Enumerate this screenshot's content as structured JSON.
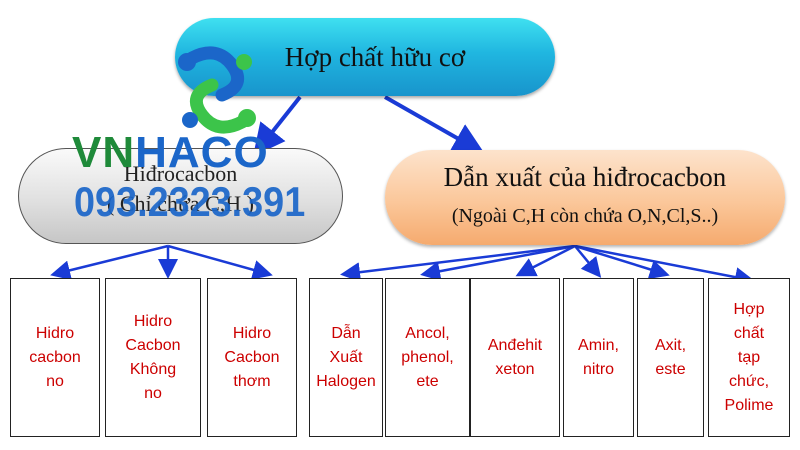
{
  "root": {
    "label": "Hợp chất hữu cơ",
    "color": "#20b6e0"
  },
  "branches": {
    "left": {
      "line1": "Hiđrocacbon",
      "line2": "( Chỉ chứa C,H )",
      "color": "#d9d9d9"
    },
    "right": {
      "line1": "Dẫn xuất của hiđrocacbon",
      "line2": "(Ngoài C,H còn chứa O,N,Cl,S..)",
      "color": "#fbc79a"
    }
  },
  "leaves": [
    {
      "label": "Hidro\ncacbon\nno"
    },
    {
      "label": "Hidro\nCacbon\nKhông\nno"
    },
    {
      "label": "Hidro\nCacbon\nthơm"
    },
    {
      "label": "Dẫn\nXuất\nHalogen"
    },
    {
      "label": "Ancol,\nphenol,\nete"
    },
    {
      "label": "Anđehit\nxeton"
    },
    {
      "label": "Amin,\nnitro"
    },
    {
      "label": "Axit,\neste"
    },
    {
      "label": "Hợp\nchất\ntạp\nchức,\nPolime"
    }
  ],
  "watermark": {
    "brand_part1": "VN",
    "brand_part2": "HACO",
    "phone": "093.2323.391"
  },
  "colors": {
    "arrow": "#1a3bd6",
    "leaf_text": "#cc0000",
    "brand_green": "#1f8a3a",
    "brand_blue": "#1b66c9"
  },
  "icons": {
    "logo": "vnhaco-logo-icon"
  }
}
